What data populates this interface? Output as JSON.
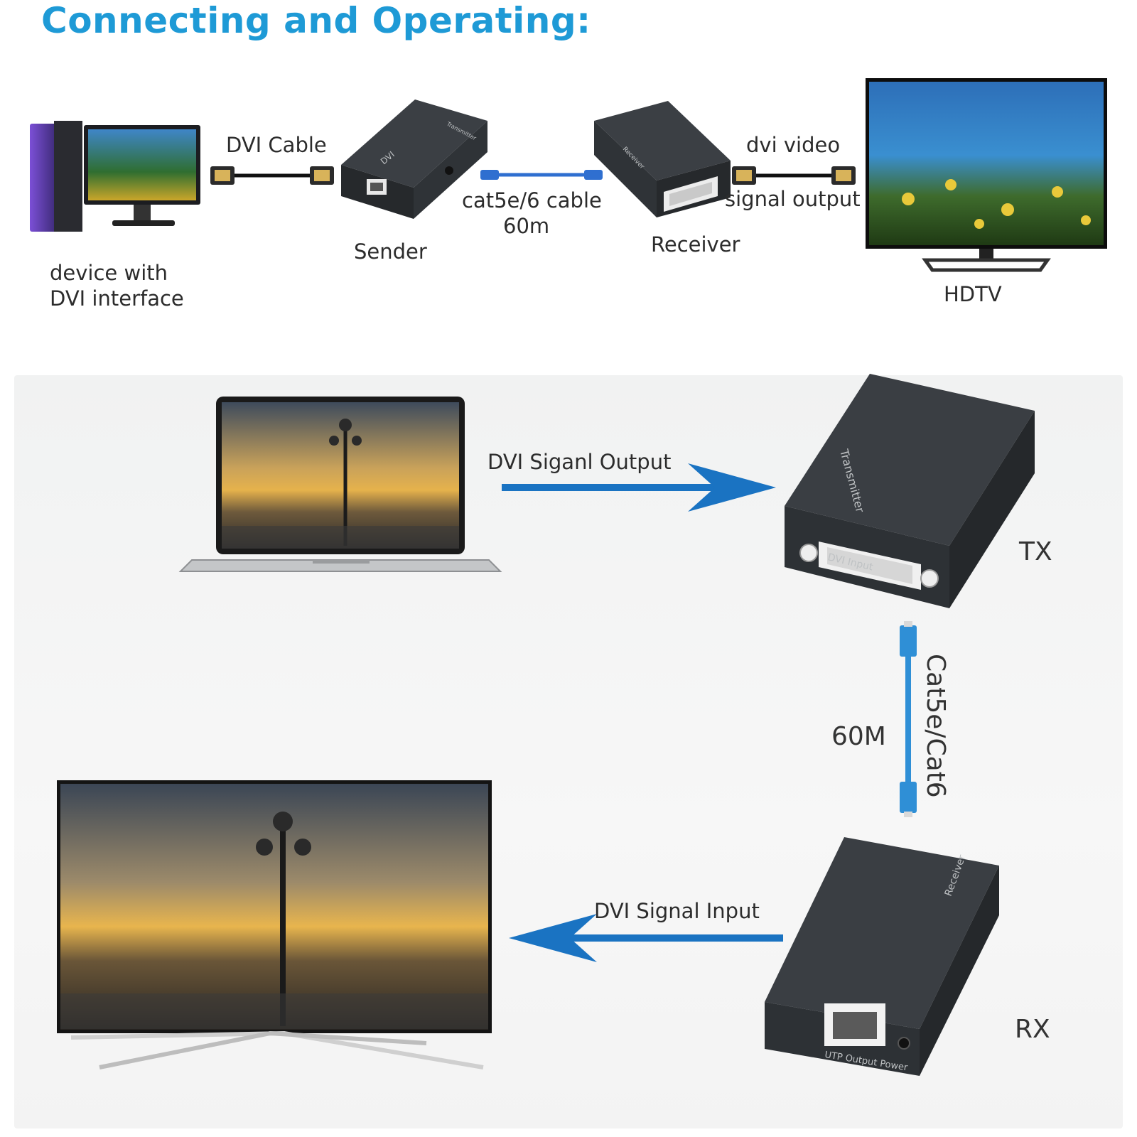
{
  "title": "Connecting and Operating:",
  "top": {
    "source_label_line1": "device with",
    "source_label_line2": "DVI interface",
    "dvi_cable_label": "DVI Cable",
    "sender_label": "Sender",
    "cat_cable_label_line1": "cat5e/6 cable",
    "cat_cable_label_line2": "60m",
    "receiver_label": "Receiver",
    "output_label_line1": "dvi video",
    "output_label_line2": "signal output",
    "hdtv_label": "HDTV",
    "sender_marking": "DVI",
    "sender_side_marking": "Transmitter",
    "receiver_side_marking": "Receiver"
  },
  "bottom": {
    "output_arrow_label": "DVI Siganl Output",
    "tx_label": "TX",
    "tx_side_marking": "Transmitter",
    "tx_port_marking": "DVI Input",
    "cable_type_label": "Cat5e/Cat6",
    "cable_length_label": "60M",
    "input_arrow_label": "DVI Signal Input",
    "rx_label": "RX",
    "rx_side_marking": "Receiver",
    "rx_port_marking": "UTP Output Power"
  },
  "colors": {
    "title": "#1e9ad6",
    "arrow": "#1a73c2",
    "cable_blue": "#2f8fd6",
    "device_body": "#2e3236"
  }
}
